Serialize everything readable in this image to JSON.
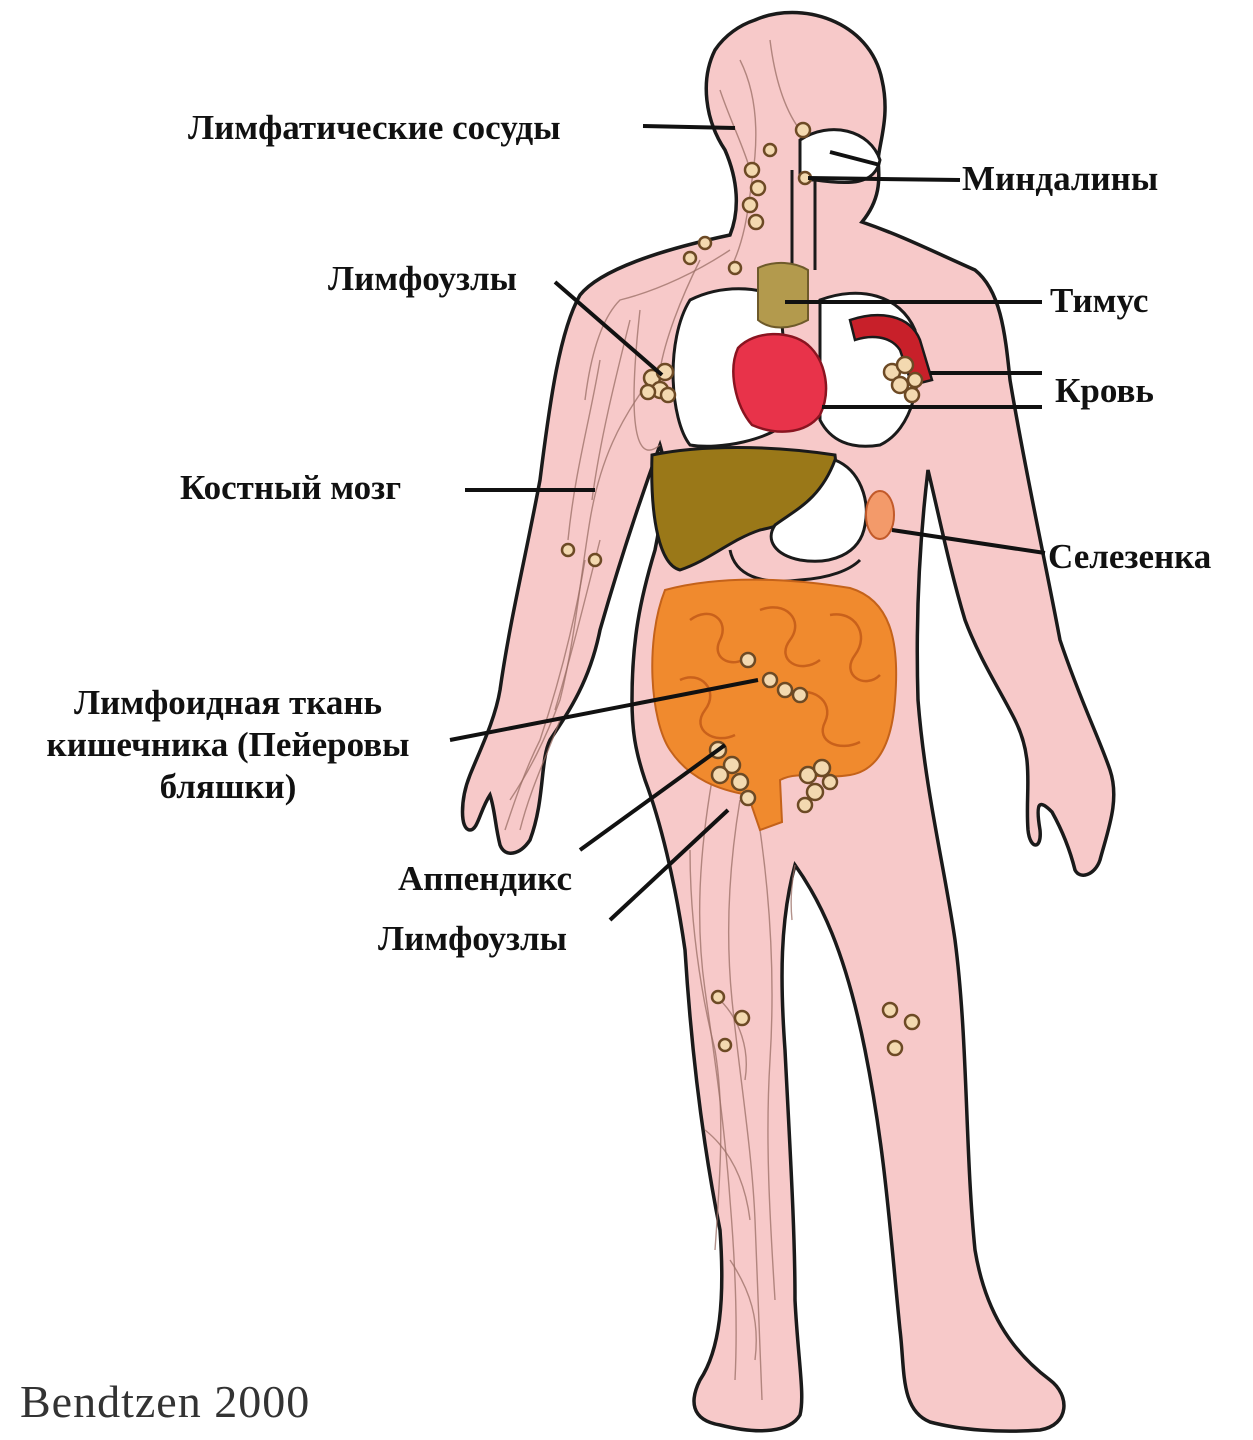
{
  "labels": {
    "lymph_vessels": "Лимфатические сосуды",
    "tonsils": "Миндалины",
    "lymph_nodes_upper": "Лимфоузлы",
    "thymus": "Тимус",
    "blood": "Кровь",
    "bone_marrow": "Костный мозг",
    "spleen": "Селезенка",
    "intestinal_tissue": [
      "Лимфоидная ткань",
      "кишечника (Пейеровы",
      "бляшки)"
    ],
    "appendix": "Аппендикс",
    "lymph_nodes_lower": "Лимфоузлы"
  },
  "credit": "Bendtzen 2000",
  "colors": {
    "body": "#f7c9c9",
    "outline": "#1a1a1a",
    "lungs": "#ffffff",
    "heart": "#e8334a",
    "liver": "#9a7818",
    "intestine": "#f08a2e",
    "thymus": "#b39a4d",
    "spleen": "#f39a6a",
    "node": "#f3d9b0"
  }
}
